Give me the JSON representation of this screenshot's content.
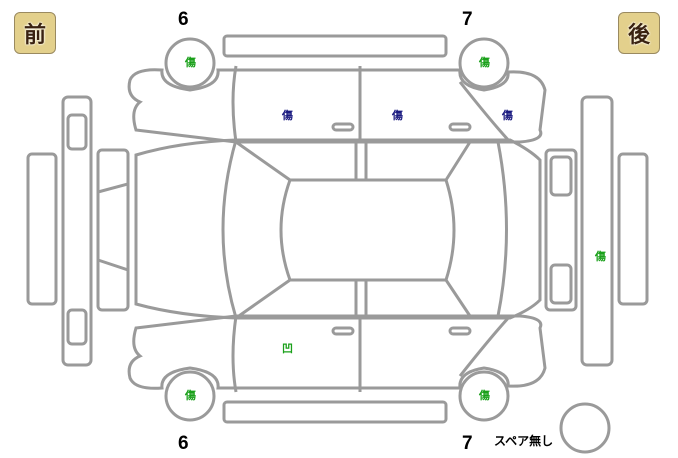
{
  "badges": {
    "front": "前",
    "rear": "後"
  },
  "wheel_numbers": {
    "top_left": "6",
    "top_right": "7",
    "bottom_left": "6",
    "bottom_right": "7"
  },
  "marks": {
    "wheel_top_left": "傷",
    "wheel_top_right": "傷",
    "wheel_bottom_left": "傷",
    "wheel_bottom_right": "傷",
    "front_door_top": "傷",
    "rear_door_top": "傷",
    "rear_fender_top": "傷",
    "front_door_bottom": "凹",
    "rear_bumper": "傷"
  },
  "spare": {
    "label": "スペア無し"
  },
  "colors": {
    "badge_bg": "#e3d08c",
    "outline": "#9a9a9a",
    "mark_green": "#1aa01a",
    "mark_navy": "#1a1a80"
  }
}
